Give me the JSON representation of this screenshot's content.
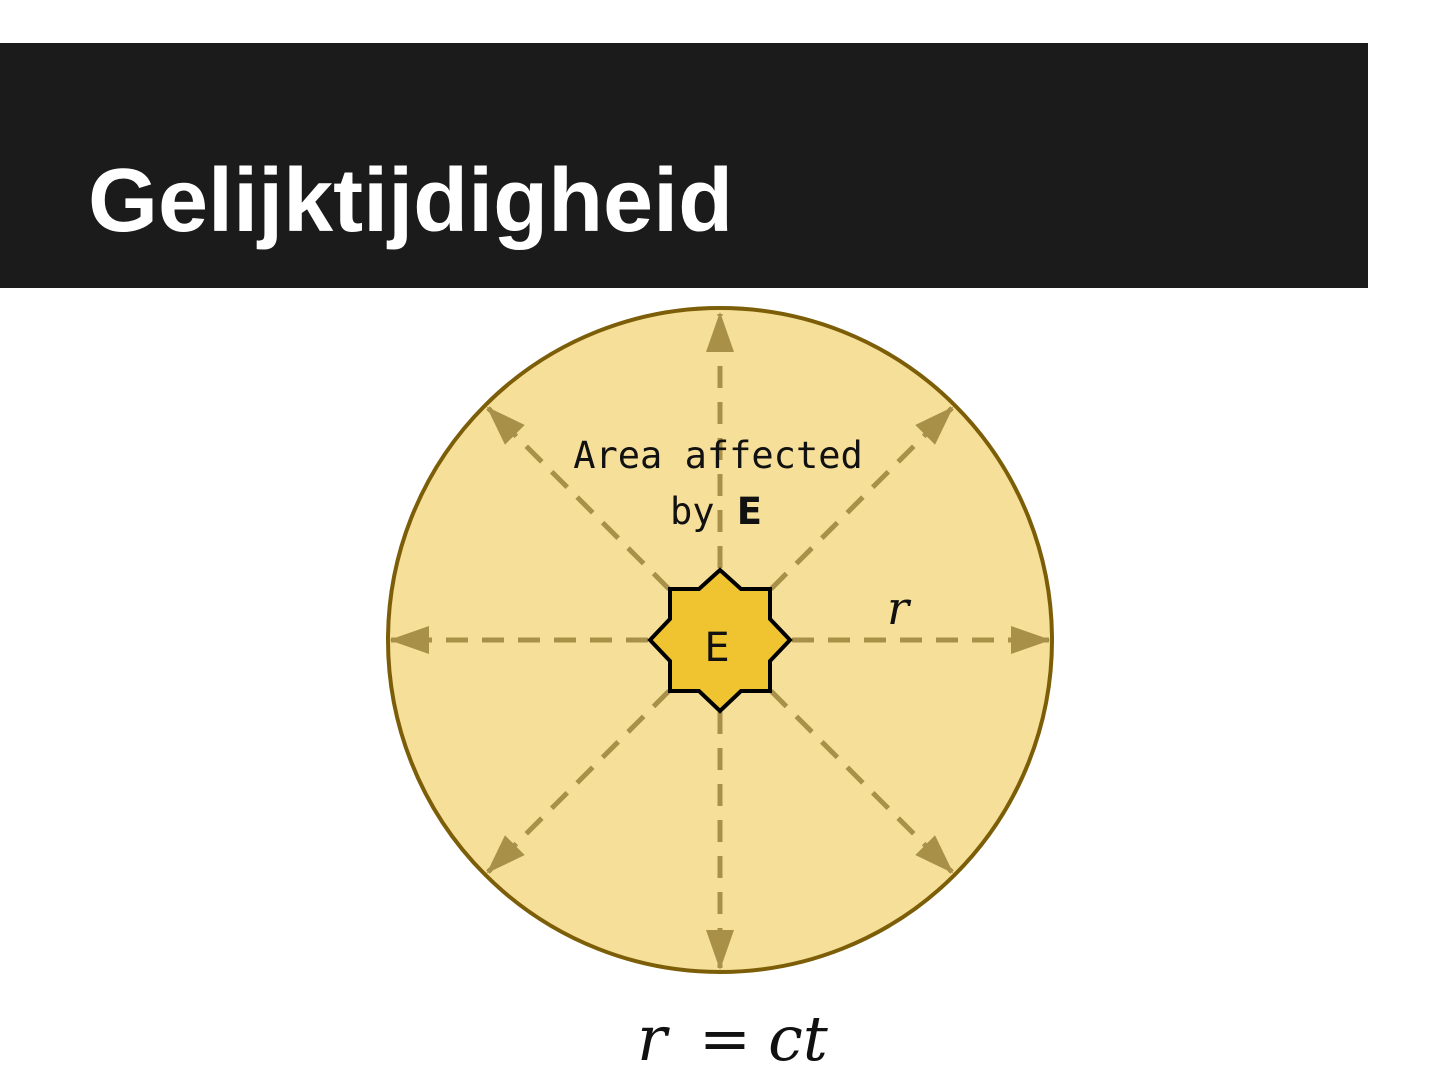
{
  "title": "Gelijktijdigheid",
  "diagram": {
    "area_label_line1": "Area affected",
    "area_label_line2_prefix": "by ",
    "area_label_line2_bold": "E",
    "event_label": "E",
    "radius_label": "r",
    "equation": {
      "lhs": "r",
      "op": "=",
      "rhs": "ct"
    }
  },
  "colors": {
    "title_bar": "#1b1b1b",
    "title_text": "#ffffff",
    "disk_fill": "#f6df98",
    "disk_stroke": "#7d5e08",
    "arrow": "#a89048",
    "star_fill": "#f0c430",
    "star_stroke": "#000000"
  }
}
